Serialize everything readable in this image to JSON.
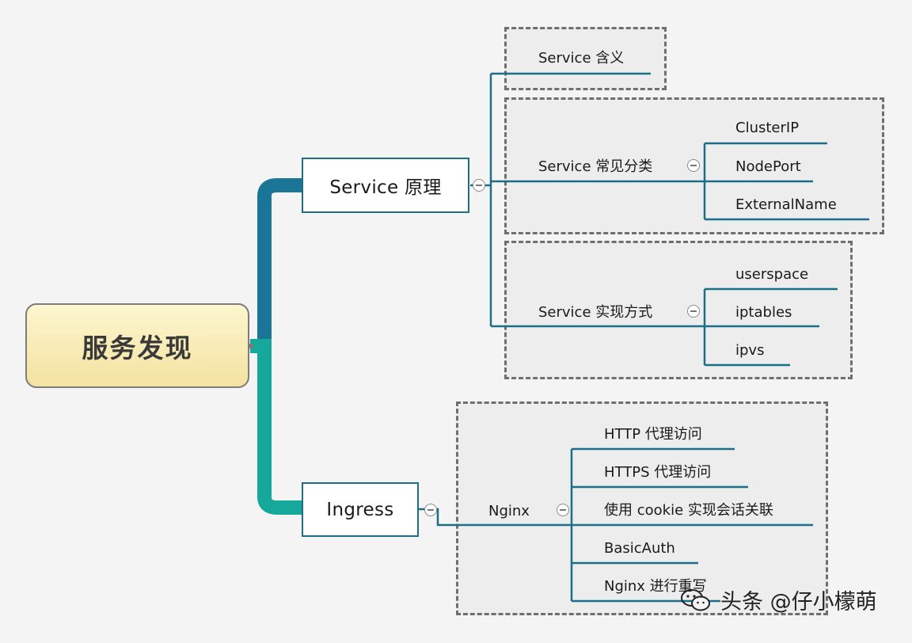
{
  "root": {
    "label": "服务发现"
  },
  "branches": {
    "service": {
      "label": "Service 原理",
      "children": {
        "meaning": {
          "label": "Service 含义"
        },
        "types": {
          "label": "Service 常见分类",
          "items": [
            "ClusterIP",
            "NodePort",
            "ExternalName"
          ]
        },
        "impl": {
          "label": "Service 实现方式",
          "items": [
            "userspace",
            "iptables",
            "ipvs"
          ]
        }
      }
    },
    "ingress": {
      "label": "Ingress",
      "children": {
        "nginx": {
          "label": "Nginx",
          "items": [
            "HTTP 代理访问",
            "HTTPS 代理访问",
            "使用 cookie 实现会话关联",
            "BasicAuth",
            "Nginx 进行重写"
          ]
        }
      }
    }
  },
  "watermark": {
    "text": "头条 @仔小檬萌",
    "icon": "wechat-bubble-icon"
  },
  "colors": {
    "service_branch": "#1b7596",
    "ingress_branch": "#17a89c",
    "connector": "#1b6f86",
    "root_fill": "#f6e8ad"
  }
}
